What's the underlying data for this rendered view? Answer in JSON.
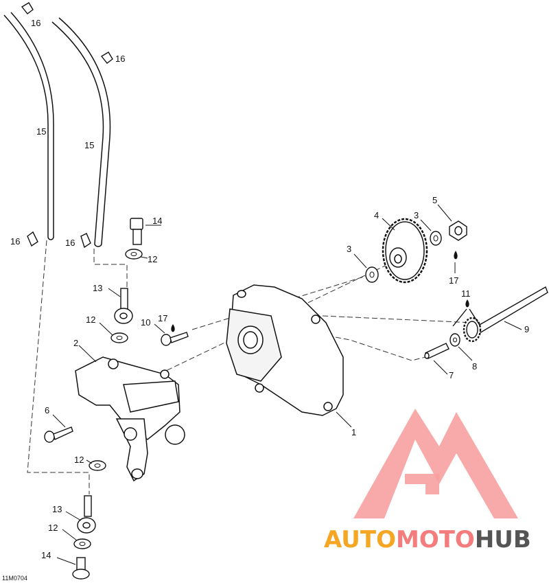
{
  "diagram": {
    "code": "11M0704",
    "callouts": [
      {
        "id": "c16a",
        "text": "16"
      },
      {
        "id": "c16b",
        "text": "16"
      },
      {
        "id": "c15a",
        "text": "15"
      },
      {
        "id": "c15b",
        "text": "15"
      },
      {
        "id": "c16c",
        "text": "16"
      },
      {
        "id": "c16d",
        "text": "16"
      },
      {
        "id": "c14a",
        "text": "14"
      },
      {
        "id": "c12a",
        "text": "12"
      },
      {
        "id": "c13a",
        "text": "13"
      },
      {
        "id": "c12b",
        "text": "12"
      },
      {
        "id": "c10",
        "text": "10"
      },
      {
        "id": "c17a",
        "text": "17"
      },
      {
        "id": "c2",
        "text": "2"
      },
      {
        "id": "c6",
        "text": "6"
      },
      {
        "id": "c12c",
        "text": "12"
      },
      {
        "id": "c13b",
        "text": "13"
      },
      {
        "id": "c12d",
        "text": "12"
      },
      {
        "id": "c14b",
        "text": "14"
      },
      {
        "id": "c1",
        "text": "1"
      },
      {
        "id": "c4",
        "text": "4"
      },
      {
        "id": "c3a",
        "text": "3"
      },
      {
        "id": "c5",
        "text": "5"
      },
      {
        "id": "c3b",
        "text": "3"
      },
      {
        "id": "c17b",
        "text": "17"
      },
      {
        "id": "c11",
        "text": "11"
      },
      {
        "id": "c9",
        "text": "9"
      },
      {
        "id": "c8",
        "text": "8"
      },
      {
        "id": "c7",
        "text": "7"
      }
    ]
  },
  "watermark": {
    "part1": "AUTO",
    "part2": "MOTO",
    "part3": "HUB",
    "color1": "#f5a623",
    "color2": "#f47c7c",
    "color3": "#555555"
  }
}
